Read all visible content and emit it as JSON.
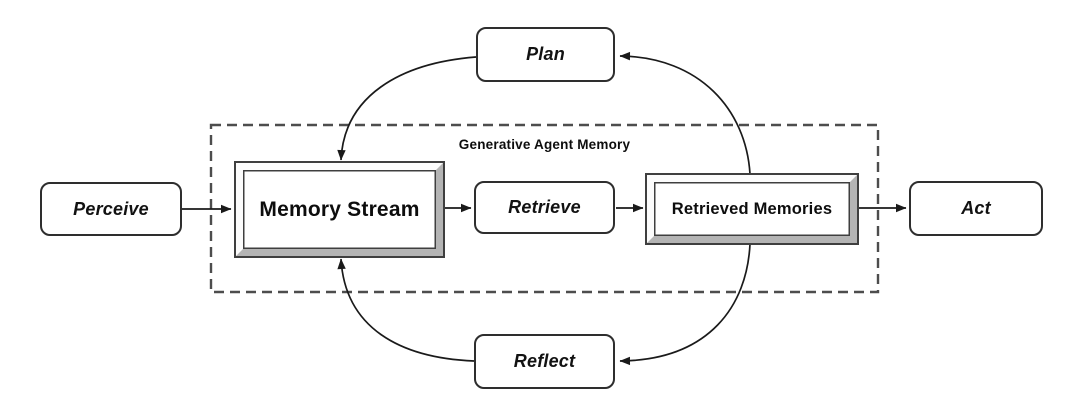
{
  "diagram": {
    "group": {
      "title": "Generative Agent Memory",
      "contains": [
        "Memory Stream",
        "Retrieve",
        "Retrieved Memories"
      ]
    },
    "nodes": {
      "perceive": {
        "label": "Perceive",
        "shape": "rounded"
      },
      "memory_stream": {
        "label": "Memory Stream",
        "shape": "beveled-frame"
      },
      "retrieve": {
        "label": "Retrieve",
        "shape": "rounded"
      },
      "retrieved_memories": {
        "label": "Retrieved Memories",
        "shape": "beveled-frame"
      },
      "act": {
        "label": "Act",
        "shape": "rounded"
      },
      "plan": {
        "label": "Plan",
        "shape": "rounded"
      },
      "reflect": {
        "label": "Reflect",
        "shape": "rounded"
      }
    },
    "edges": [
      {
        "from": "Perceive",
        "to": "Memory Stream",
        "style": "straight-arrow"
      },
      {
        "from": "Memory Stream",
        "to": "Retrieve",
        "style": "straight-arrow"
      },
      {
        "from": "Retrieve",
        "to": "Retrieved Memories",
        "style": "straight-arrow"
      },
      {
        "from": "Retrieved Memories",
        "to": "Act",
        "style": "straight-arrow"
      },
      {
        "from": "Retrieved Memories",
        "to": "Plan",
        "style": "curved-arrow"
      },
      {
        "from": "Plan",
        "to": "Memory Stream",
        "style": "curved-arrow"
      },
      {
        "from": "Retrieved Memories",
        "to": "Reflect",
        "style": "curved-arrow"
      },
      {
        "from": "Reflect",
        "to": "Memory Stream",
        "style": "curved-arrow"
      }
    ],
    "colors": {
      "background": "#ffffff",
      "stroke": "#1a1a1a",
      "dashed_border": "#4d4d4d",
      "frame_highlight": "#fcfcfc",
      "frame_shadow": "#b4b4b4"
    }
  }
}
